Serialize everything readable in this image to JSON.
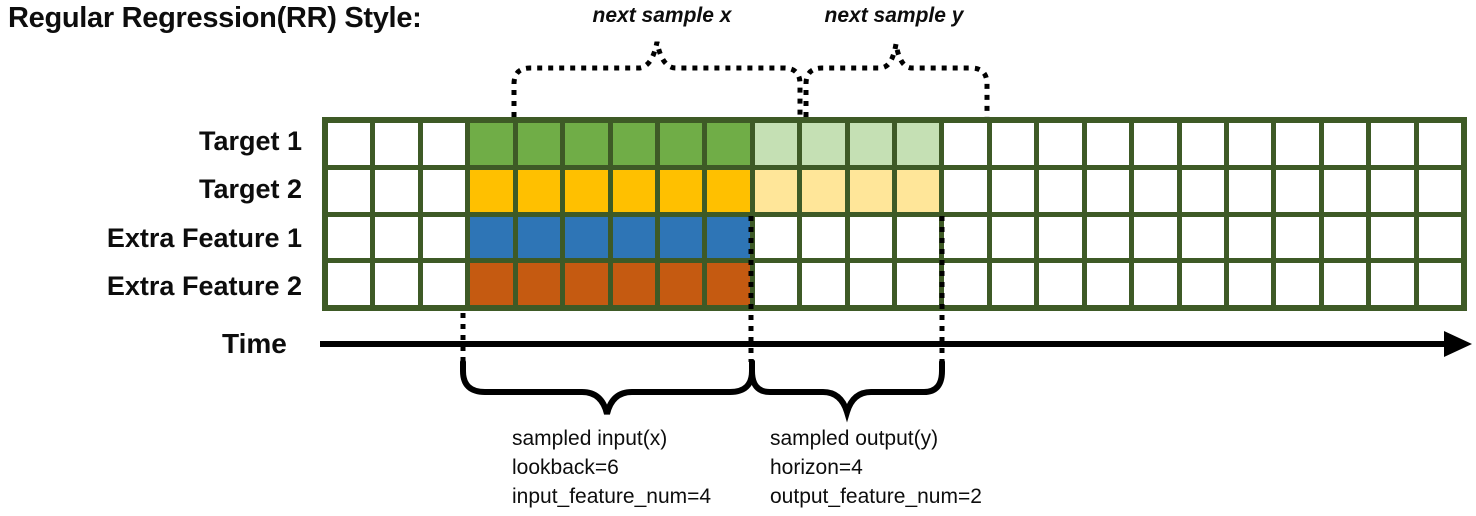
{
  "title": "Regular Regression(RR) Style:",
  "annotations": {
    "next_sample_x": "next sample x",
    "next_sample_y": "next sample y"
  },
  "grid": {
    "columns": 24,
    "border_color": "#3E5A26",
    "rows": [
      {
        "label": "Target 1",
        "segments": [
          {
            "count": 3,
            "color": "#FFFFFF"
          },
          {
            "count": 6,
            "color": "#70AD47"
          },
          {
            "count": 4,
            "color": "#C5E0B4"
          },
          {
            "count": 11,
            "color": "#FFFFFF"
          }
        ]
      },
      {
        "label": "Target 2",
        "segments": [
          {
            "count": 3,
            "color": "#FFFFFF"
          },
          {
            "count": 6,
            "color": "#FFC000"
          },
          {
            "count": 4,
            "color": "#FFE699"
          },
          {
            "count": 11,
            "color": "#FFFFFF"
          }
        ]
      },
      {
        "label": "Extra Feature 1",
        "segments": [
          {
            "count": 3,
            "color": "#FFFFFF"
          },
          {
            "count": 6,
            "color": "#2E75B6"
          },
          {
            "count": 15,
            "color": "#FFFFFF"
          }
        ]
      },
      {
        "label": "Extra Feature 2",
        "segments": [
          {
            "count": 3,
            "color": "#FFFFFF"
          },
          {
            "count": 6,
            "color": "#C55A11"
          },
          {
            "count": 15,
            "color": "#FFFFFF"
          }
        ]
      }
    ]
  },
  "time_axis": {
    "label": "Time"
  },
  "input_annotation": {
    "lines": [
      "sampled input(x)",
      "lookback=6",
      "input_feature_num=4"
    ]
  },
  "output_annotation": {
    "lines": [
      "sampled output(y)",
      "horizon=4",
      "output_feature_num=2"
    ]
  },
  "colors": {
    "input_target1": "#70AD47",
    "input_target2": "#FFC000",
    "input_extra1": "#2E75B6",
    "input_extra2": "#C55A11",
    "output_target1": "#C5E0B4",
    "output_target2": "#FFE699",
    "grid_border": "#3E5A26",
    "annotation_stroke": "#000000"
  }
}
